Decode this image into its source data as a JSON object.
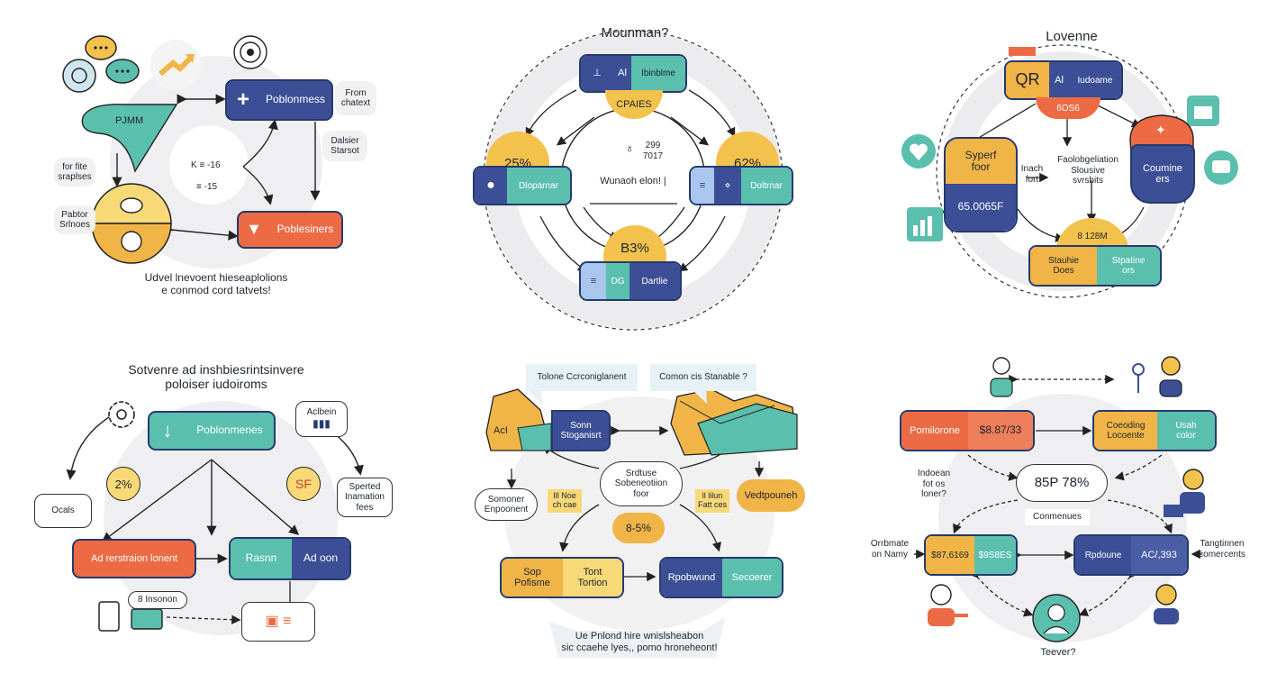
{
  "panel1": {
    "node_top": "Poblonmess",
    "node_bottom": "Poblesiners",
    "label_from": "From\nchatext",
    "label_right": "Dalsier\nStarsot",
    "label_left1": "for fite\nsraplses",
    "label_left2": "Pabtor\nSrlnoes",
    "bubble": "PJMM",
    "mini1": "K ≡ -16",
    "mini2": "≡ -15",
    "caption": "Udvel lnevoent hieseaplolions\ne conmod cord tatvets!"
  },
  "panel2": {
    "title": "Mounman?",
    "top_mid": "Al",
    "top_right": "Ibinblme",
    "top_sub": "CPAIES",
    "pct_left": "25%",
    "pct_right": "62%",
    "pct_bottom": "B3%",
    "left_label": "Dloparnar",
    "right_label": "Doltrnar",
    "center_text": "Wunaoh elon! |",
    "center_top": "299\n7017",
    "bottom_mid": "DG",
    "bottom_right": "Dartlie"
  },
  "panel3": {
    "title": "Lovenne",
    "top_left": "QR",
    "top_mid": "Al",
    "top_right": "Iudoame",
    "top_sub": "6OS6",
    "left_top": "Syperf\nfoor",
    "left_value": "65.0065F",
    "right_label": "Coumine\ners",
    "center_main": "Faolobgeliation\nSlousive\nsvrsbits",
    "center_left": "Inach\nfort",
    "bottom_top": "8 128M",
    "bottom_left": "Stauhie\nDoes",
    "bottom_right": "Stpatine\nors"
  },
  "panel4": {
    "title": "Sotvenre ad inshbiesrintsinvere\npoloiser iudoiroms",
    "node_top": "Poblonmenes",
    "card_top": "Aclbein",
    "pct_left": "2%",
    "pct_right": "SF",
    "note_left": "Ocals",
    "note_right": "Sperted\nInamation\nfees",
    "node_left": "Ad rerstraion lonent",
    "node_mid": "Rasnn",
    "node_right": "Ad oon",
    "small_label": "8 Insonon"
  },
  "panel5": {
    "callout_left": "Tolone Ccrconiglanent",
    "callout_right": "Comon cis Stanable ?",
    "left_ai": "AcI",
    "left_block": "Sonn\nStoganisrt",
    "center_text": "Srdtuse\nSobeneotiion\nfoor",
    "note_left": "Somoner\nEnpoonent",
    "tag_left": "Ill Noe\nch cae",
    "tag_right": "ll lilun\nFatt ces",
    "right_pill": "Vedtpouneh",
    "pct": "8-5%",
    "bottom_left_a": "Sop\nPofisme",
    "bottom_left_b": "Tont\nTortion",
    "bottom_right_a": "Rpobwund",
    "bottom_right_b": "Secoerer",
    "caption": "Ue Pnlond hire wnislsheabon\nsic ccaehe lyes,, pomo hroneheont!"
  },
  "panel6": {
    "left_a": "Pomilorone",
    "left_b": "$8.87/33",
    "right_a": "Coeoding\nLocoente",
    "right_b": "Usah\ncolor",
    "center": "85P 78%",
    "under_center": "Conmenues",
    "left_q": "Indoean\nfot os\nloner?",
    "bottom_left_a": "$87,6169",
    "bottom_left_b": "$9S8ES",
    "bottom_right_a": "Rpdoune",
    "bottom_right_b": "AC/,393",
    "far_left": "Orrbmate\non Namy",
    "far_right": "Tangtinnen\ncomercents",
    "bottom_q": "Teever?"
  },
  "colors": {
    "navy": "#3c4f96",
    "teal": "#5bbfad",
    "orange": "#ec6b45",
    "yellow": "#f2c24d"
  }
}
